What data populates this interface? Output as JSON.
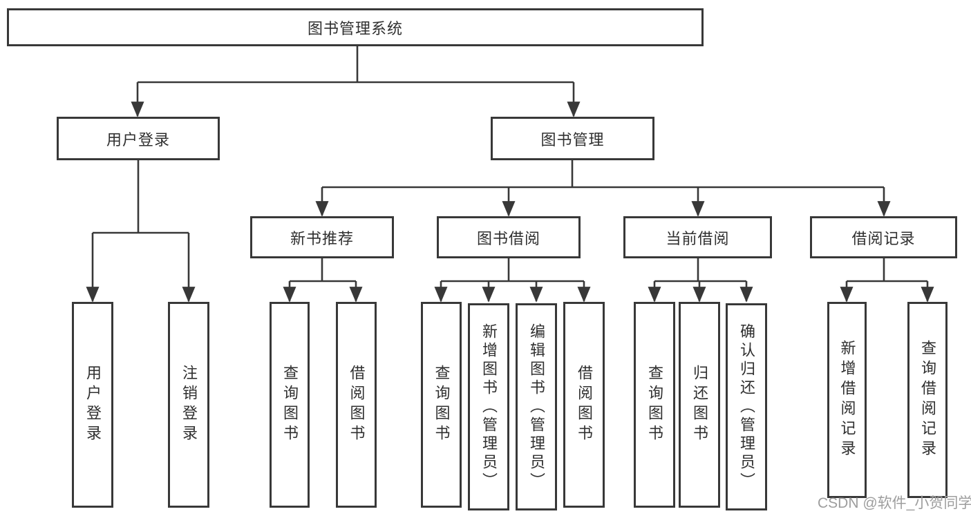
{
  "diagram": {
    "nodes": {
      "root": {
        "label": "图书管理系统"
      },
      "user_login": {
        "label": "用户登录"
      },
      "book_mgmt": {
        "label": "图书管理"
      },
      "new_book_rec": {
        "label": "新书推荐"
      },
      "book_borrow": {
        "label": "图书借阅"
      },
      "current_borrow": {
        "label": "当前借阅"
      },
      "borrow_record": {
        "label": "借阅记录"
      },
      "leaf_user_login": {
        "label": "用户登录"
      },
      "leaf_logout": {
        "label": "注销登录"
      },
      "leaf_nbr_query": {
        "label": "查询图书"
      },
      "leaf_nbr_borrow": {
        "label": "借阅图书"
      },
      "leaf_bb_query": {
        "label": "查询图书"
      },
      "leaf_bb_add": {
        "label": "新增图书（管理员）"
      },
      "leaf_bb_edit": {
        "label": "编辑图书（管理员）"
      },
      "leaf_bb_borrow": {
        "label": "借阅图书"
      },
      "leaf_cb_query": {
        "label": "查询图书"
      },
      "leaf_cb_return": {
        "label": "归还图书"
      },
      "leaf_cb_confirm": {
        "label": "确认归还（管理员）"
      },
      "leaf_br_add": {
        "label": "新增借阅记录"
      },
      "leaf_br_query": {
        "label": "查询借阅记录"
      }
    },
    "colors": {
      "line": "#383838",
      "box_border": "#383838",
      "box_fill": "#ffffff",
      "text": "#2f2f2f",
      "watermark": "#9d9d9d"
    }
  },
  "watermark": {
    "text": "CSDN @软件_小贺同学"
  }
}
